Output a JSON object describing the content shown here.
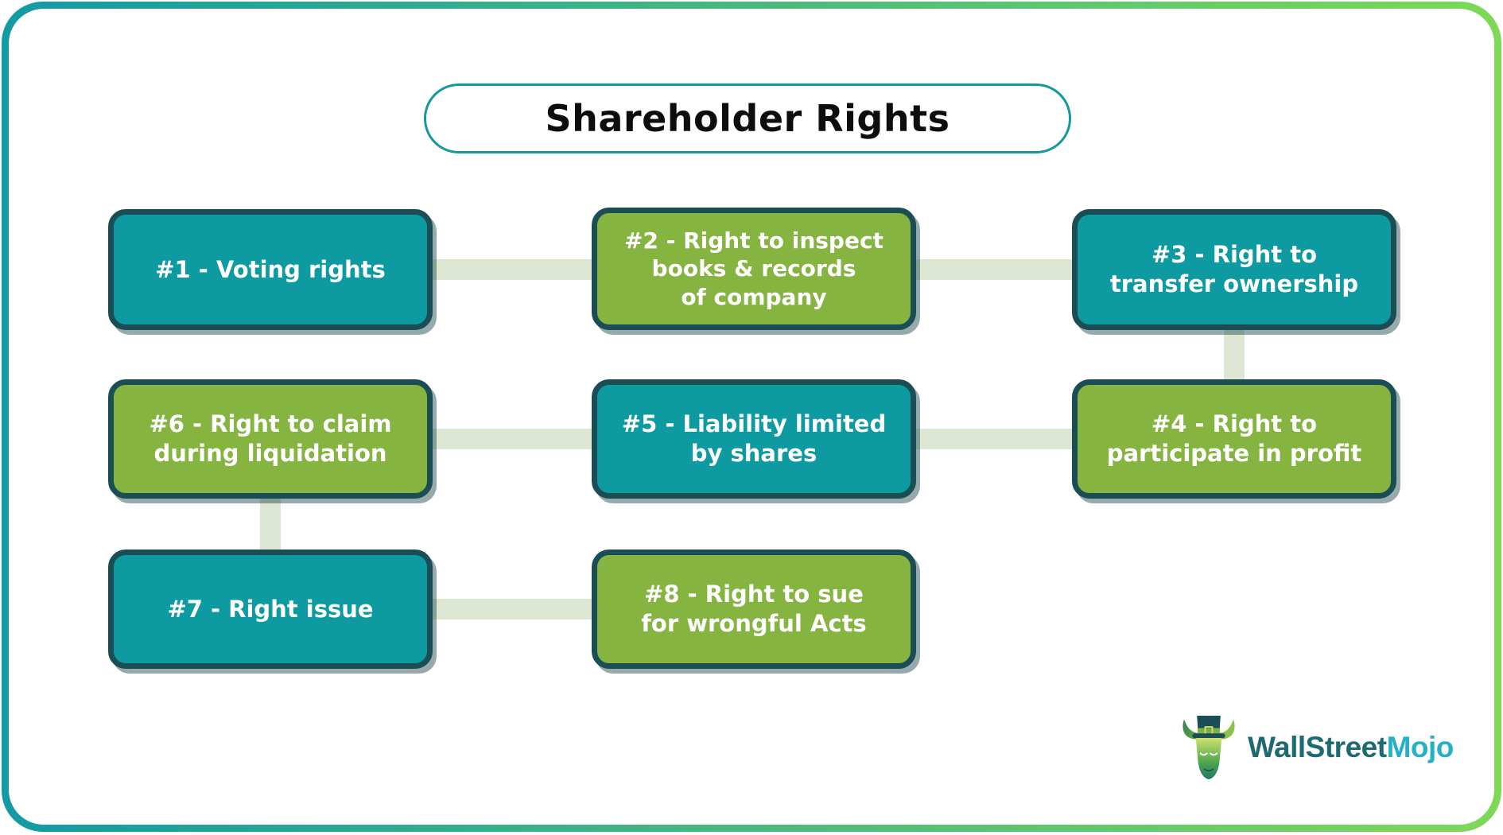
{
  "title": "Shareholder Rights",
  "boxes": [
    {
      "id": 1,
      "label": "#1 - Voting rights",
      "variant": "teal"
    },
    {
      "id": 2,
      "label": "#2 - Right to inspect\nbooks & records\nof company",
      "variant": "green"
    },
    {
      "id": 3,
      "label": "#3 - Right to\ntransfer ownership",
      "variant": "teal"
    },
    {
      "id": 4,
      "label": "#4 - Right to\nparticipate in profit",
      "variant": "green"
    },
    {
      "id": 5,
      "label": "#5 - Liability limited\nby shares",
      "variant": "teal"
    },
    {
      "id": 6,
      "label": "#6 - Right to claim\nduring liquidation",
      "variant": "green"
    },
    {
      "id": 7,
      "label": "#7 - Right issue",
      "variant": "teal"
    },
    {
      "id": 8,
      "label": "#8 - Right to sue\nfor wrongful Acts",
      "variant": "green"
    }
  ],
  "connections": [
    "box1-box2",
    "box2-box3",
    "box3-box4",
    "box4-box5",
    "box5-box6",
    "box6-box7",
    "box7-box8"
  ],
  "logo": {
    "brand_primary": "WallStreet",
    "brand_secondary": "Mojo",
    "icon": "bull-with-top-hat-icon"
  },
  "colors": {
    "teal_box": "#0d9aa1",
    "green_box": "#85b441",
    "box_border": "#1b4d55",
    "connector": "#dce6d2",
    "frame_gradient_start": "#129aa5",
    "frame_gradient_end": "#7ed957",
    "title_border": "#12989e",
    "title_text": "#0d0d0d",
    "box_text": "#ffffff",
    "logo_primary": "#1d6a70",
    "logo_secondary": "#25b1c5"
  }
}
